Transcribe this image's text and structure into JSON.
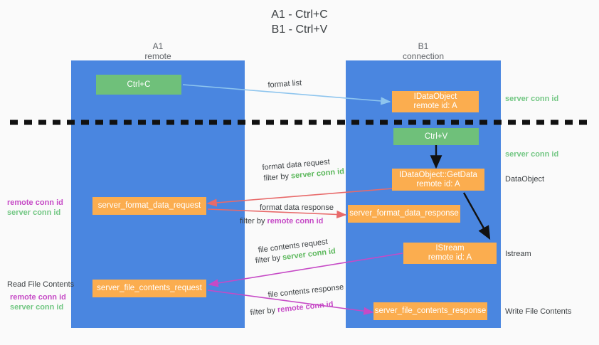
{
  "title": {
    "line1": "A1 - Ctrl+C",
    "line2": "B1 - Ctrl+V"
  },
  "columns": [
    {
      "name": "A1",
      "role": "remote"
    },
    {
      "name": "B1",
      "role": "connection"
    }
  ],
  "nodes": {
    "ctrl_c": {
      "label": "Ctrl+C",
      "sub": ""
    },
    "idataobject": {
      "label": "IDataObject",
      "sub": "remote id: A"
    },
    "ctrl_v": {
      "label": "Ctrl+V",
      "sub": ""
    },
    "getdata": {
      "label": "IDataObject::GetData",
      "sub": "remote id: A"
    },
    "format_data_request": {
      "label": "server_format_data_request",
      "sub": ""
    },
    "format_data_response": {
      "label": "server_format_data_response",
      "sub": ""
    },
    "istream": {
      "label": "IStream",
      "sub": "remote id: A"
    },
    "file_contents_request": {
      "label": "server_file_contents_request",
      "sub": ""
    },
    "file_contents_response": {
      "label": "server_file_contents_response",
      "sub": ""
    }
  },
  "edge_labels": {
    "format_list": "format list",
    "format_data_request": "format data request",
    "format_data_request_filter_prefix": "filter by ",
    "format_data_request_filter_value": "server conn id",
    "format_data_response": "format data response",
    "format_data_response_filter_prefix": "filter by ",
    "format_data_response_filter_value": "remote conn id",
    "file_contents_request": "file contents request",
    "file_contents_request_filter_prefix": "filter by ",
    "file_contents_request_filter_value": "server conn id",
    "file_contents_response": "file contents response",
    "file_contents_response_filter_prefix": "filter by ",
    "file_contents_response_filter_value": "remote conn id"
  },
  "annotations": {
    "right_server_conn_id_top": "server conn id",
    "right_server_conn_id_mid": "server conn id",
    "right_dataobject": "DataObject",
    "right_istream": "Istream",
    "right_write_file_contents": "Write File Contents",
    "left_remote_conn_id_1": "remote conn id",
    "left_server_conn_id_1": "server conn id",
    "left_read_file_contents": "Read File Contents",
    "left_remote_conn_id_2": "remote conn id",
    "left_server_conn_id_2": "server conn id"
  },
  "colors": {
    "lane": "#4a86e0",
    "green_node": "#6fc07a",
    "orange_node": "#fbad4f",
    "blue_arrow": "#8ec5ee",
    "red_arrow": "#e86a6a",
    "magenta_arrow": "#c64ac6",
    "black_arrow": "#111111",
    "green_text": "#5cb85c",
    "purple_text": "#c64ac6",
    "background": "#fafafa"
  }
}
